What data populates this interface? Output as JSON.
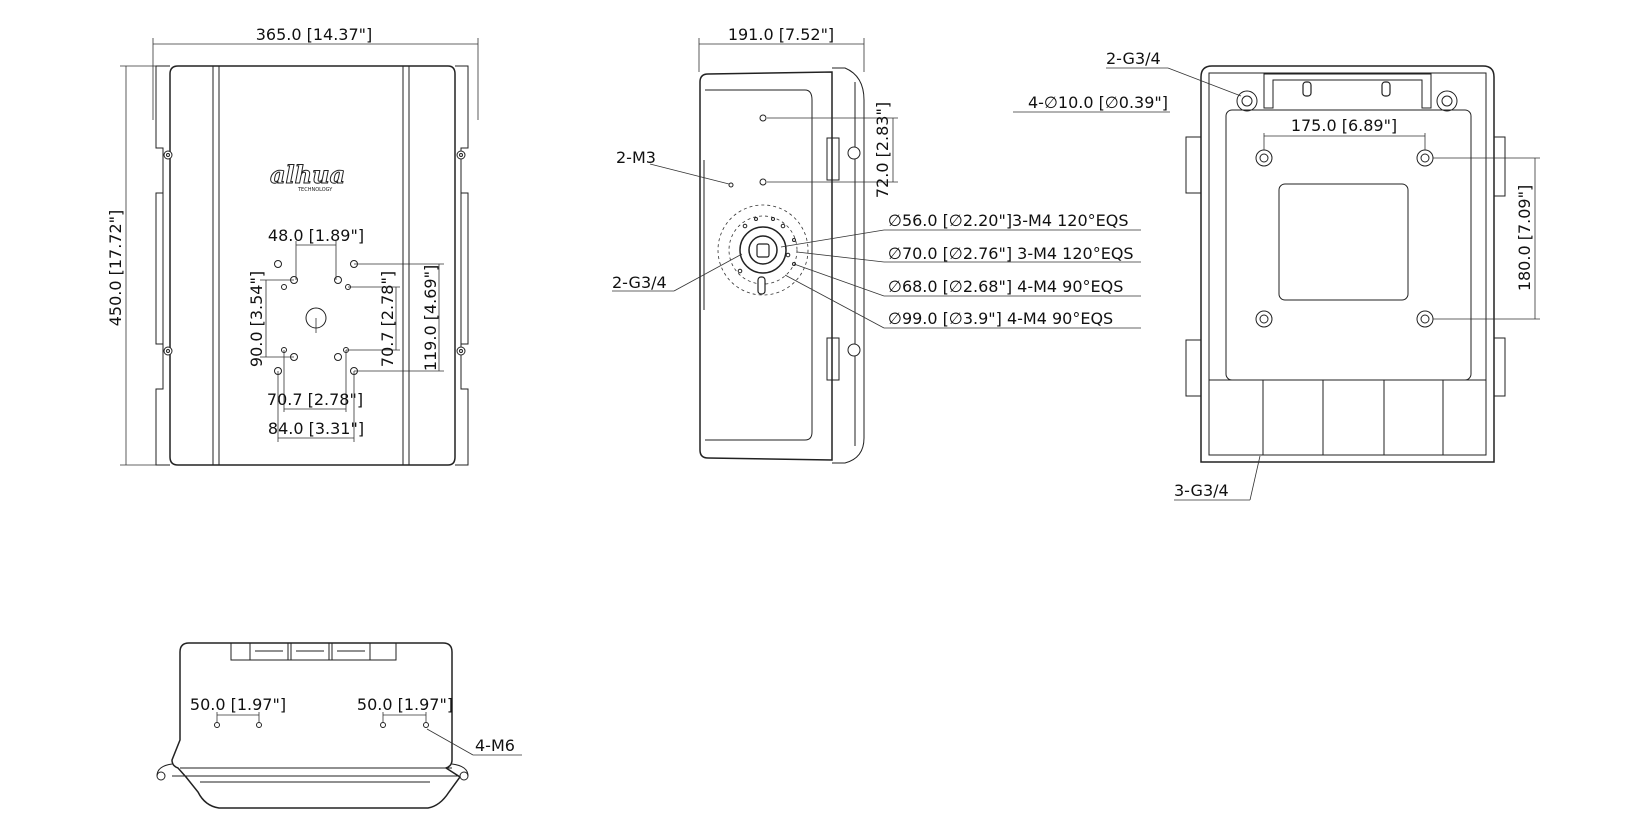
{
  "front_view": {
    "width_dim": "365.0 [14.37\"]",
    "height_dim": "450.0 [17.72\"]",
    "logo": "alhua",
    "logo_sub": "TECHNOLOGY",
    "dim_48": "48.0 [1.89\"]",
    "dim_90": "90.0 [3.54\"]",
    "dim_70_7_v": "70.7 [2.78\"]",
    "dim_119": "119.0 [4.69\"]",
    "dim_70_7_h": "70.7 [2.78\"]",
    "dim_84": "84.0 [3.31\"]"
  },
  "side_view": {
    "width_dim": "191.0 [7.52\"]",
    "m3_label": "2-M3",
    "g34_label": "2-G3/4",
    "dim_72": "72.0 [2.83\"]",
    "callouts": [
      "∅56.0 [∅2.20\"]3-M4 120°EQS",
      "∅70.0 [∅2.76\"]  3-M4 120°EQS",
      "∅68.0 [∅2.68\"] 4-M4 90°EQS",
      "∅99.0 [∅3.9\"] 4-M4 90°EQS"
    ]
  },
  "back_view": {
    "g34_top": "2-G3/4",
    "holes": "4-∅10.0 [∅0.39\"]",
    "dim_175": "175.0 [6.89\"]",
    "dim_180": "180.0 [7.09\"]",
    "g34_bottom": "3-G3/4"
  },
  "bottom_view": {
    "dim_50_left": "50.0 [1.97\"]",
    "dim_50_right": "50.0 [1.97\"]",
    "m6_label": "4-M6"
  }
}
